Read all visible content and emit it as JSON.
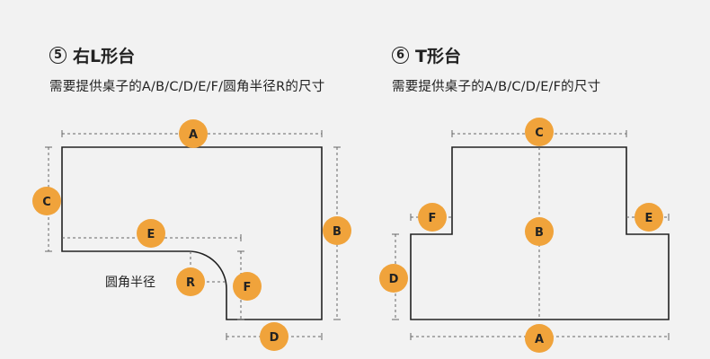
{
  "left": {
    "number": "5",
    "title": "右L形台",
    "subtitle": "需要提供桌子的A/B/C/D/E/F/圆角半径R的尺寸",
    "radius_label": "圆角半径",
    "labels": {
      "A": "A",
      "B": "B",
      "C": "C",
      "D": "D",
      "E": "E",
      "F": "F",
      "R": "R"
    }
  },
  "right": {
    "number": "6",
    "title": "T形台",
    "subtitle": "需要提供桌子的A/B/C/D/E/F的尺寸",
    "labels": {
      "A": "A",
      "B": "B",
      "C": "C",
      "D": "D",
      "E": "E",
      "F": "F"
    }
  },
  "colors": {
    "badge": "#f0a33b",
    "background": "#f2f2f2",
    "outline": "#222222"
  }
}
